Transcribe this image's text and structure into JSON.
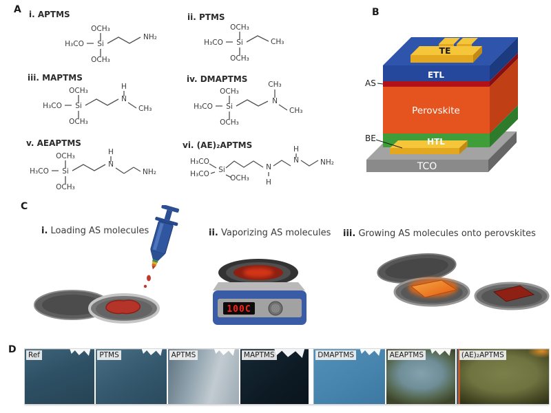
{
  "panel_letters": {
    "a": "A",
    "b": "B",
    "c": "C",
    "d": "D"
  },
  "molecules": [
    {
      "label": "i. APTMS",
      "atoms": [
        "OCH₃",
        "H₃CO",
        "Si",
        "OCH₃",
        "NH₂"
      ]
    },
    {
      "label": "ii. PTMS",
      "atoms": [
        "OCH₃",
        "H₃CO",
        "Si",
        "OCH₃",
        "CH₃"
      ]
    },
    {
      "label": "iii. MAPTMS",
      "atoms": [
        "OCH₃",
        "H₃CO",
        "Si",
        "OCH₃",
        "H",
        "N",
        "CH₃"
      ]
    },
    {
      "label": "iv. DMAPTMS",
      "atoms": [
        "OCH₃",
        "H₃CO",
        "Si",
        "OCH₃",
        "CH₃",
        "N",
        "CH₃"
      ]
    },
    {
      "label": "v. AEAPTMS",
      "atoms": [
        "OCH₃",
        "H₃CO",
        "Si",
        "OCH₃",
        "H",
        "N",
        "NH₂"
      ]
    },
    {
      "label": "vi. (AE)₂APTMS",
      "atoms": [
        "H₃CO",
        "H₃CO",
        "Si",
        "OCH₃",
        "N",
        "H",
        "H",
        "N",
        "NH₂"
      ]
    }
  ],
  "device": {
    "te": "TE",
    "etl": "ETL",
    "as": "AS",
    "perovskite": "Perovskite",
    "htl": "HTL",
    "be": "BE",
    "tco": "TCO"
  },
  "process": {
    "steps": [
      {
        "num": "i.",
        "text": "Loading AS molecules"
      },
      {
        "num": "ii.",
        "text": "Vaporizing AS molecules"
      },
      {
        "num": "iii.",
        "text": "Growing AS molecules onto perovskites"
      }
    ],
    "hotplate_display": "100C"
  },
  "samples": [
    {
      "label": "Ref"
    },
    {
      "label": "PTMS"
    },
    {
      "label": "APTMS"
    },
    {
      "label": "MAPTMS"
    },
    {
      "label": "DMAPTMS"
    },
    {
      "label": "AEAPTMS"
    },
    {
      "label": "(AE)₂APTMS"
    }
  ],
  "colors": {
    "etl_blue": "#26489c",
    "cube_top_blue": "#2e55ab",
    "as_red": "#b01218",
    "perovskite_orange": "#e5541e",
    "htl_green": "#3f9e3a",
    "tco_gray": "#8a8a8a",
    "electrode_gold": "#f6c63a",
    "electrode_gold_front": "#e3a81f",
    "hotplate_blue": "#3a5ca6",
    "display_red": "#ff2212",
    "syringe_blue": "#30569f",
    "sample_red": "#b5342a"
  }
}
